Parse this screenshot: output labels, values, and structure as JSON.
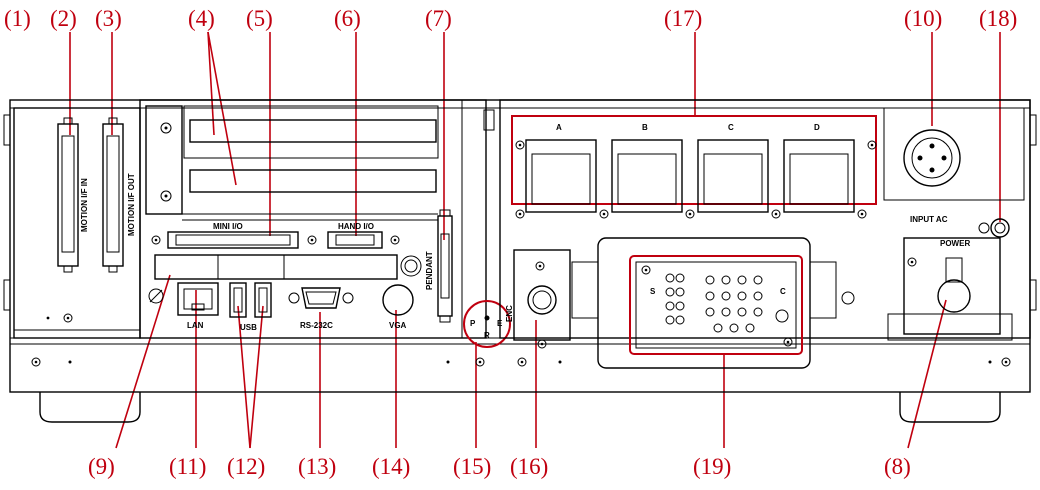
{
  "diagram": {
    "title": "Controller front panel connector layout",
    "colors": {
      "callout": "#c0000f",
      "line": "#000000"
    }
  },
  "callouts": {
    "c1": "(1)",
    "c2": "(2)",
    "c3": "(3)",
    "c4": "(4)",
    "c5": "(5)",
    "c6": "(6)",
    "c7": "(7)",
    "c17": "(17)",
    "c10": "(10)",
    "c18": "(18)",
    "c9": "(9)",
    "c11": "(11)",
    "c12": "(12)",
    "c13": "(13)",
    "c14": "(14)",
    "c15": "(15)",
    "c16": "(16)",
    "c19": "(19)",
    "c8": "(8)"
  },
  "panel_labels": {
    "motion_if_in": "MOTION I/F IN",
    "motion_if_out": "MOTION I/F OUT",
    "mini_io": "MINI I/O",
    "hand_io": "HAND I/O",
    "pendant": "PENDANT",
    "lan": "LAN",
    "usb": "USB",
    "rs232c": "RS-232C",
    "vga": "VGA",
    "enc": "ENC",
    "input_ac": "INPUT AC",
    "power": "POWER",
    "pre_p": "P",
    "pre_r": "R",
    "pre_e": "E",
    "conn_a": "A",
    "conn_b": "B",
    "conn_c": "C",
    "conn_d": "D",
    "motor_s": "S",
    "motor_c": "C"
  }
}
